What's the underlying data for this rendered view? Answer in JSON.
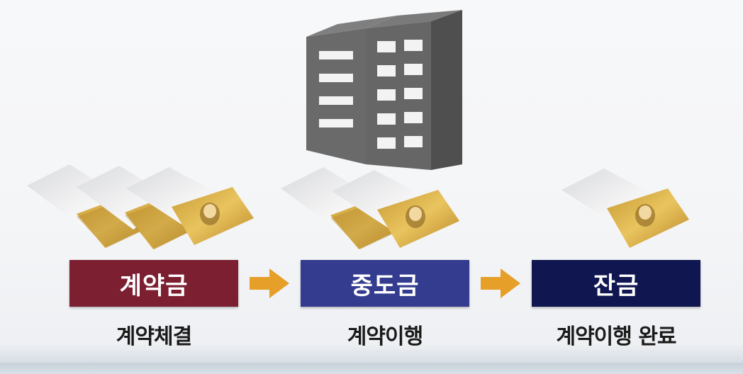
{
  "stages": [
    {
      "label": "계약금",
      "caption": "계약체결",
      "color": "#7b1f31"
    },
    {
      "label": "중도금",
      "caption": "계약이행",
      "color": "#343c8f"
    },
    {
      "label": "잔금",
      "caption": "계약이행 완료",
      "color": "#0f1650"
    }
  ],
  "colors": {
    "arrow": "#e6a02a",
    "building": "#5f5f5f",
    "envelope": "#f2f2f2",
    "banknote": "#dfb24a"
  },
  "icons": {
    "building": "office-building-icon",
    "money": "money-envelope-icon",
    "arrow": "arrow-right-icon"
  }
}
